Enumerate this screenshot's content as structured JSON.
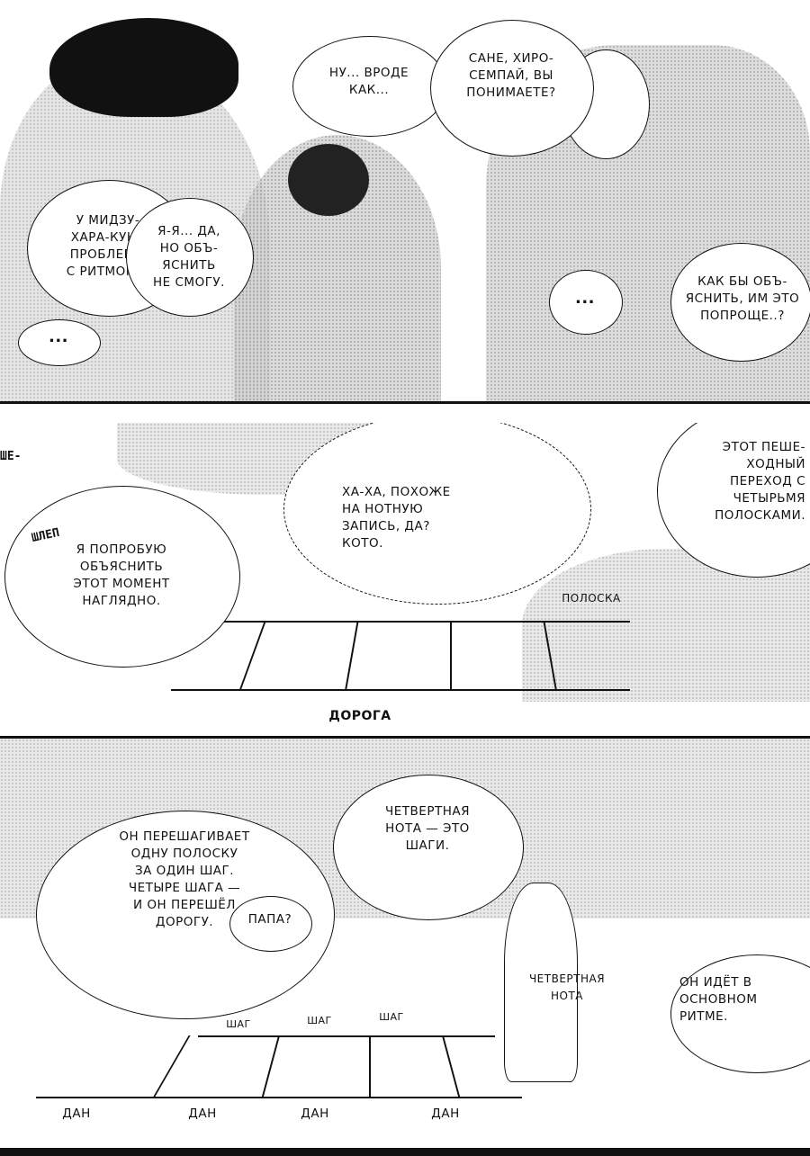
{
  "panel1": {
    "b1": "НУ... ВРОДЕ\nКАК...",
    "b2": "САНЕ, ХИРО-\nСЕМПАЙ, ВЫ\nПОНИМАЕТЕ?",
    "b3": "У МИДЗУ-\nХАРА-КУНА\nПРОБЛЕМЫ\nС РИТМОМ...",
    "b4": "Я-Я... ДА,\nНО ОБЪ-\nЯСНИТЬ\nНЕ СМОГУ.",
    "b5": "КАК БЫ ОБЪ-\nЯСНИТЬ, ИМ ЭТО\nПОПРОЩЕ..?",
    "dots_left": "...",
    "dots_right": "..."
  },
  "panel2": {
    "b1": "Я ПОПРОБУЮ\nОБЪЯСНИТЬ\nЭТОТ МОМЕНТ\nНАГЛЯДНО.",
    "b2": "ХА-ХА, ПОХОЖЕ\nНА НОТНУЮ\nЗАПИСЬ, ДА?\nКОТО.",
    "b3": "ЭТОТ ПЕШЕ-\nХОДНЫЙ\nПЕРЕХОД С\nЧЕТЫРЬМЯ\nПОЛОСКАМИ.",
    "sfx_left": "ШЛЕП",
    "sfx_dash": "ШЕ-",
    "label_stripe": "ПОЛОСКА",
    "label_road": "ДОРОГА"
  },
  "panel3": {
    "b1": "ОН ПЕРЕШАГИВАЕТ\nОДНУ ПОЛОСКУ\nЗА ОДИН ШАГ.\nЧЕТЫРЕ ШАГА —\nИ ОН ПЕРЕШЁЛ\nДОРОГУ.",
    "b2": "ЧЕТВЕРТНАЯ\nНОТА — ЭТО\nШАГИ.",
    "b3": "ПАПА?",
    "b4": "ОН ИДЁТ В\nОСНОВНОМ\nРИТМЕ.",
    "label_note": "ЧЕТВЕРТНАЯ\nНОТА",
    "steps": [
      "ШАГ",
      "ШАГ",
      "ШАГ"
    ],
    "beats": [
      "ДАН",
      "ДАН",
      "ДАН",
      "ДАН"
    ]
  }
}
